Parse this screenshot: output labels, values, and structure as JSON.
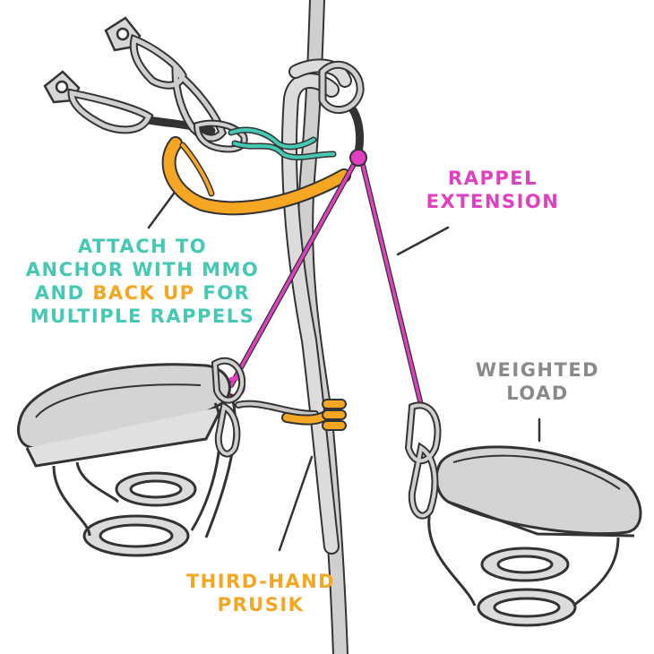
{
  "colors": {
    "sling": "#f5a623",
    "rope_extension": "#e040c0",
    "mmo_cord": "#45c8b4",
    "outline": "#333333",
    "metal": "#c8c8c8",
    "text_gray": "#8a8a8a"
  },
  "labels": {
    "rappel_extension": {
      "line1": "RAPPEL",
      "line2": "EXTENSION"
    },
    "attach": {
      "line1": "ATTACH TO",
      "line2": "ANCHOR WITH MMO",
      "line3_part1": "AND ",
      "line3_part2": "BACK UP",
      "line3_part3": " FOR",
      "line4": "MULTIPLE RAPPELS"
    },
    "weighted_load": {
      "line1": "WEIGHTED",
      "line2": "LOAD"
    },
    "third_hand": {
      "line1": "THIRD-HAND",
      "line2": "PRUSIK"
    }
  },
  "icons": [
    "anchor-bolt-icon",
    "carabiner-icon",
    "harness-icon",
    "rope-icon"
  ]
}
